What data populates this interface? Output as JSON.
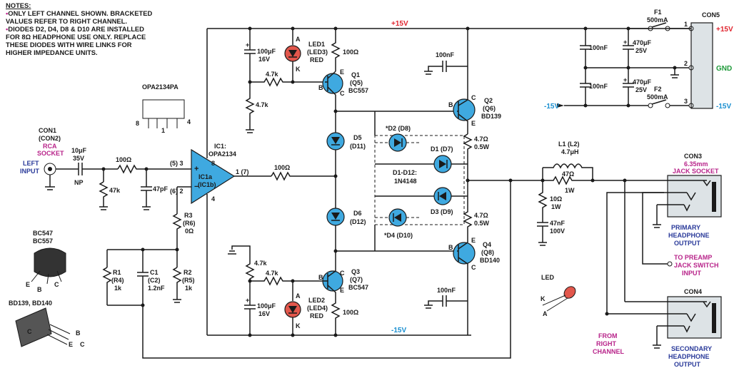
{
  "colors": {
    "red_label": "#e0242e",
    "green_label": "#1f9a3a",
    "cyan_label": "#1a8fd0",
    "magenta_label": "#b8248a",
    "component_fill": "#3fa9e0",
    "led_fill": "#e2574c"
  },
  "notes": {
    "heading": "NOTES:",
    "items": [
      "ONLY LEFT CHANNEL SHOWN. BRACKETED VALUES REFER TO RIGHT CHANNEL.",
      "DIODES D2, D4, D8 & D10 ARE INSTALLED FOR 8Ω HEADPHONE USE ONLY. REPLACE THESE DIODES WITH WIRE LINKS FOR HIGHER IMPEDANCE UNITS."
    ]
  },
  "rails": {
    "pos": "+15V",
    "neg": "-15V"
  },
  "ic_package": "OPA2134PA",
  "pin8": "8",
  "pin4": "4",
  "pin1": "1",
  "con1": {
    "name": "CON1",
    "alt": "(CON2)",
    "type": "RCA",
    "type2": "SOCKET",
    "input_l1": "LEFT",
    "input_l2": "INPUT"
  },
  "c_in": {
    "value": "10μF",
    "voltage": "35V",
    "np": "NP"
  },
  "r_in": "100Ω",
  "r_47k": "47k",
  "c_47p": "47pF",
  "opamp": {
    "ref": "IC1:",
    "part": "OPA2134",
    "a": "IC1a",
    "b": "(IC1b)",
    "pin_in_pos": "(5) 3",
    "pin_in_neg": "(6) 2",
    "pin_v_pos": "8",
    "pin_v_neg": "4",
    "pin_out": "1 (7)"
  },
  "r3": {
    "ref": "R3",
    "alt": "(R6)",
    "value": "0Ω"
  },
  "r1": {
    "ref": "R1",
    "alt": "(R4)",
    "value": "1k"
  },
  "c1": {
    "ref": "C1",
    "alt": "(C2)",
    "value": "1.2nF"
  },
  "r2": {
    "ref": "R2",
    "alt": "(R5)",
    "value": "1k"
  },
  "r_out": "100Ω",
  "top": {
    "cap": "100μF",
    "cap_v": "16V",
    "led": "LED1",
    "led_alt": "(LED3)",
    "led_color": "RED",
    "r_4k7a": "4.7k",
    "r_4k7b": "4.7k",
    "r_100": "100Ω",
    "q": "Q1",
    "q_alt": "(Q5)",
    "q_part": "BC557",
    "b": "B",
    "c": "C",
    "e": "E",
    "a": "A",
    "k": "K"
  },
  "bot": {
    "cap": "100μF",
    "cap_v": "16V",
    "led": "LED2",
    "led_alt": "(LED4)",
    "led_color": "RED",
    "r_4k7a": "4.7k",
    "r_4k7b": "4.7k",
    "r_100": "100Ω",
    "q": "Q3",
    "q_alt": "(Q7)",
    "q_part": "BC547",
    "b": "B",
    "c": "C",
    "e": "E",
    "a": "A",
    "k": "K"
  },
  "d5": {
    "ref": "D5",
    "alt": "(D11)"
  },
  "d6": {
    "ref": "D6",
    "alt": "(D12)"
  },
  "d2": {
    "ref": "*D2 (D8)"
  },
  "d4": {
    "ref": "*D4 (D10)"
  },
  "d1": {
    "ref": "D1 (D7)"
  },
  "d3": {
    "ref": "D3 (D9)"
  },
  "diode_group": {
    "label": "D1-D12:",
    "part": "1N4148"
  },
  "c_100n_top": "100nF",
  "c_100n_bot": "100nF",
  "q2": {
    "ref": "Q2",
    "alt": "(Q6)",
    "part": "BD139",
    "c": "C",
    "b": "B",
    "e": "E"
  },
  "q4": {
    "ref": "Q4",
    "alt": "(Q8)",
    "part": "BD140",
    "c": "C",
    "b": "B",
    "e": "E"
  },
  "re_top": {
    "value": "4.7Ω",
    "power": "0.5W"
  },
  "re_bot": {
    "value": "4.7Ω",
    "power": "0.5W"
  },
  "l1": {
    "ref": "L1 (L2)",
    "value": "4.7μH",
    "r": "47Ω",
    "r_power": "1W"
  },
  "zobel": {
    "r": "10Ω",
    "r_power": "1W",
    "c": "47nF",
    "c_v": "100V"
  },
  "con5": {
    "name": "CON5",
    "pin1": "1",
    "pin2": "2",
    "pin3": "3",
    "pos": "+15V",
    "gnd": "GND",
    "neg": "-15V",
    "neg_in": "-15V"
  },
  "supply": {
    "c100n_a": "100nF",
    "c100n_b": "100nF",
    "c470_a": "470μF",
    "c470_a_v": "25V",
    "c470_b": "470μF",
    "c470_b_v": "25V",
    "f1": "F1",
    "f1_v": "500mA",
    "f2": "F2",
    "f2_v": "500mA"
  },
  "con3": {
    "name": "CON3",
    "desc1": "6.35mm",
    "desc2": "JACK SOCKET",
    "out1": "PRIMARY",
    "out2": "HEADPHONE",
    "out3": "OUTPUT"
  },
  "con4": {
    "name": "CON4",
    "out1": "SECONDARY",
    "out2": "HEADPHONE",
    "out3": "OUTPUT"
  },
  "preamp": {
    "l1": "TO PREAMP",
    "l2": "JACK SWITCH",
    "l3": "INPUT"
  },
  "right_ch": {
    "l1": "FROM",
    "l2": "RIGHT",
    "l3": "CHANNEL"
  },
  "pinouts": {
    "small": "BC547",
    "small2": "BC557",
    "power": "BD139, BD140",
    "led": "LED",
    "b": "B",
    "c": "C",
    "e": "E",
    "k": "K",
    "a": "A"
  }
}
